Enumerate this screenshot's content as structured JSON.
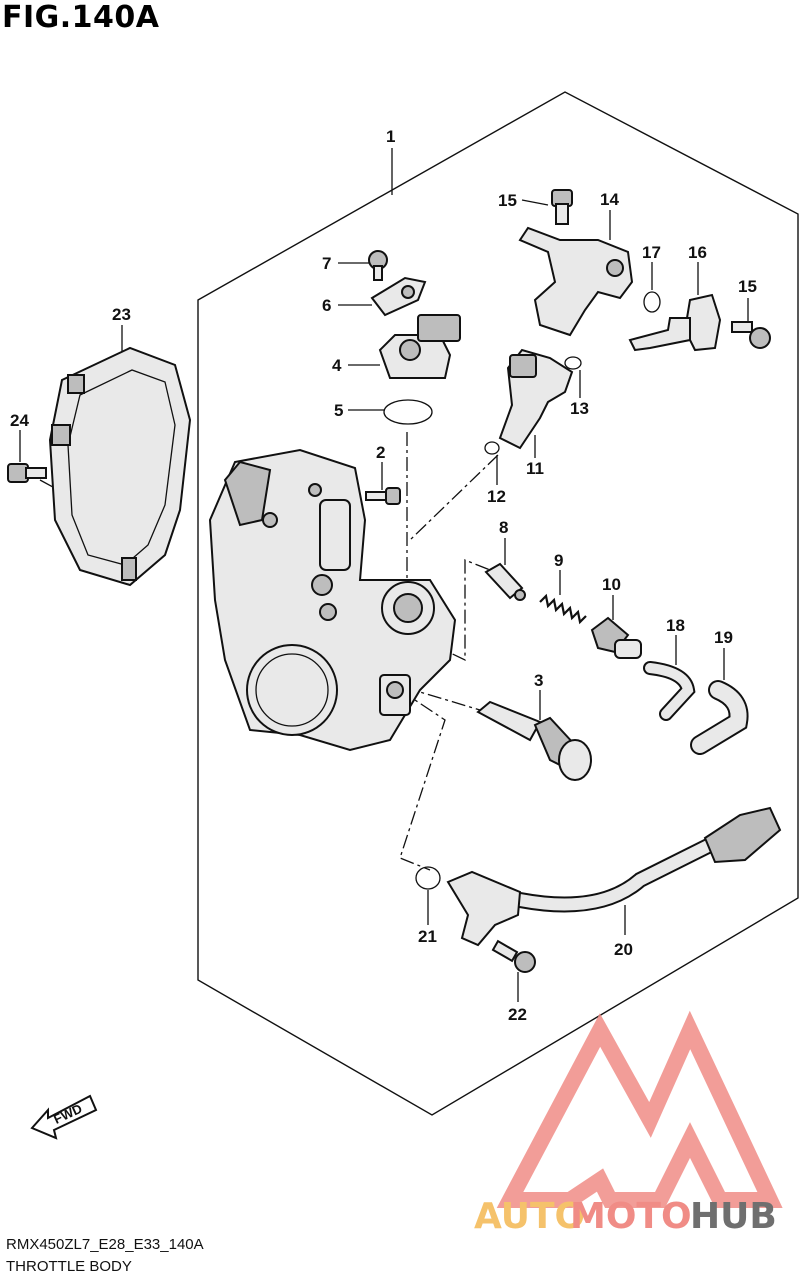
{
  "figure": {
    "title": "FIG.140A",
    "model_code": "RMX450ZL7_E28_E33_140A",
    "section_title": "THROTTLE BODY",
    "fwd_label": "FWD"
  },
  "callouts": [
    {
      "id": "c1",
      "label": "1"
    },
    {
      "id": "c2",
      "label": "2"
    },
    {
      "id": "c3",
      "label": "3"
    },
    {
      "id": "c4",
      "label": "4"
    },
    {
      "id": "c5",
      "label": "5"
    },
    {
      "id": "c6",
      "label": "6"
    },
    {
      "id": "c7",
      "label": "7"
    },
    {
      "id": "c8",
      "label": "8"
    },
    {
      "id": "c9",
      "label": "9"
    },
    {
      "id": "c10",
      "label": "10"
    },
    {
      "id": "c11",
      "label": "11"
    },
    {
      "id": "c12",
      "label": "12"
    },
    {
      "id": "c13",
      "label": "13"
    },
    {
      "id": "c14",
      "label": "14"
    },
    {
      "id": "c15a",
      "label": "15"
    },
    {
      "id": "c15b",
      "label": "15"
    },
    {
      "id": "c16",
      "label": "16"
    },
    {
      "id": "c17",
      "label": "17"
    },
    {
      "id": "c18",
      "label": "18"
    },
    {
      "id": "c19",
      "label": "19"
    },
    {
      "id": "c20",
      "label": "20"
    },
    {
      "id": "c21",
      "label": "21"
    },
    {
      "id": "c22",
      "label": "22"
    },
    {
      "id": "c23",
      "label": "23"
    },
    {
      "id": "c24",
      "label": "24"
    }
  ],
  "watermark": {
    "word_auto": "AUTO",
    "word_moto": "MOTO",
    "word_hub": "HUB",
    "color_auto": "#f5c26b",
    "color_moto": "#f08c86",
    "color_hub": "#6f6f6f",
    "logo_color": "#f08c86"
  }
}
